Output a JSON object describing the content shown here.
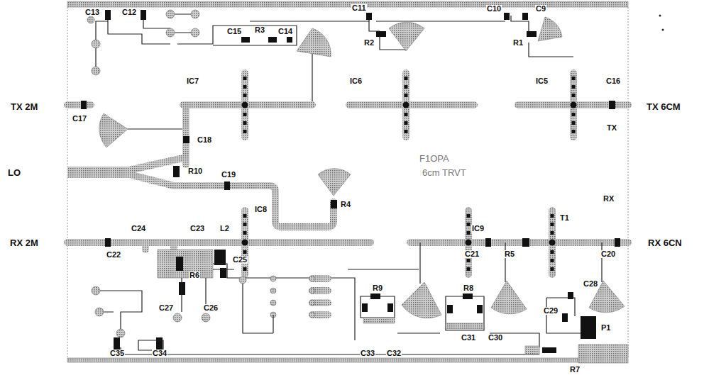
{
  "diagram": {
    "labels": [
      "C13",
      "C12",
      "C11",
      "C10",
      "C9",
      "C15",
      "R3",
      "C14",
      "R2",
      "R1",
      "IC7",
      "IC6",
      "IC5",
      "C16",
      "TX 2M",
      "TX 6CM",
      "C17",
      "TX",
      "C18",
      "LO",
      "R10",
      "C19",
      "F1OPA",
      "6cm TRVT",
      "RX",
      "R4",
      "IC8",
      "T1",
      "C24",
      "C23",
      "L2",
      "IC9",
      "RX 2M",
      "RX 6CN",
      "C22",
      "C21",
      "R5",
      "C20",
      "C25",
      "R6",
      "C28",
      "R9",
      "R8",
      "C27",
      "C26",
      "C29",
      "P1",
      "C31",
      "C30",
      "C35",
      "C34",
      "C33",
      "C32",
      "R7"
    ]
  }
}
